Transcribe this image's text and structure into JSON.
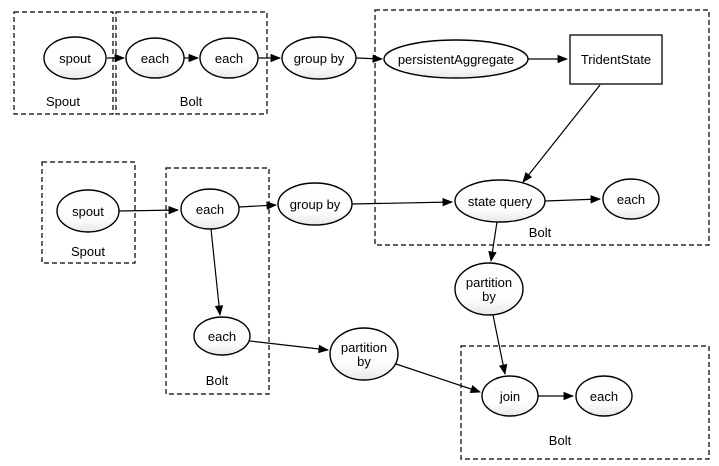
{
  "diagram": {
    "type": "storm-trident-topology-diagram",
    "colors": {
      "background": "#ffffff",
      "stroke": "#000000",
      "node_fill_top": "#ffffff",
      "node_fill_bottom": "#e8e8e8"
    },
    "groups": {
      "spout_group_1": {
        "label": "Spout"
      },
      "bolt_group_1": {
        "label": "Bolt"
      },
      "bolt_group_2": {
        "label": "Bolt"
      },
      "spout_group_2": {
        "label": "Spout"
      },
      "bolt_group_3": {
        "label": "Bolt"
      },
      "bolt_group_4": {
        "label": "Bolt"
      }
    },
    "nodes": {
      "spout_1": {
        "label": "spout"
      },
      "each_1": {
        "label": "each"
      },
      "each_2": {
        "label": "each"
      },
      "group_by_1": {
        "label": "group by"
      },
      "persistent_aggregate": {
        "label": "persistentAggregate"
      },
      "trident_state": {
        "label": "TridentState"
      },
      "state_query": {
        "label": "state query"
      },
      "each_3": {
        "label": "each"
      },
      "spout_2": {
        "label": "spout"
      },
      "each_4": {
        "label": "each"
      },
      "group_by_2": {
        "label": "group by"
      },
      "each_5": {
        "label": "each"
      },
      "partition_by_1": {
        "line1": "partition",
        "line2": "by"
      },
      "partition_by_2": {
        "line1": "partition",
        "line2": "by"
      },
      "join": {
        "label": "join"
      },
      "each_6": {
        "label": "each"
      }
    },
    "edges": [
      {
        "from": "spout_1",
        "to": "each_1"
      },
      {
        "from": "each_1",
        "to": "each_2"
      },
      {
        "from": "each_2",
        "to": "group_by_1"
      },
      {
        "from": "group_by_1",
        "to": "persistent_aggregate"
      },
      {
        "from": "persistent_aggregate",
        "to": "trident_state"
      },
      {
        "from": "trident_state",
        "to": "state_query"
      },
      {
        "from": "state_query",
        "to": "each_3"
      },
      {
        "from": "spout_2",
        "to": "each_4"
      },
      {
        "from": "each_4",
        "to": "group_by_2"
      },
      {
        "from": "group_by_2",
        "to": "state_query"
      },
      {
        "from": "each_4",
        "to": "each_5"
      },
      {
        "from": "state_query",
        "to": "partition_by_1"
      },
      {
        "from": "partition_by_1",
        "to": "join"
      },
      {
        "from": "each_5",
        "to": "partition_by_2"
      },
      {
        "from": "partition_by_2",
        "to": "join"
      },
      {
        "from": "join",
        "to": "each_6"
      }
    ]
  }
}
